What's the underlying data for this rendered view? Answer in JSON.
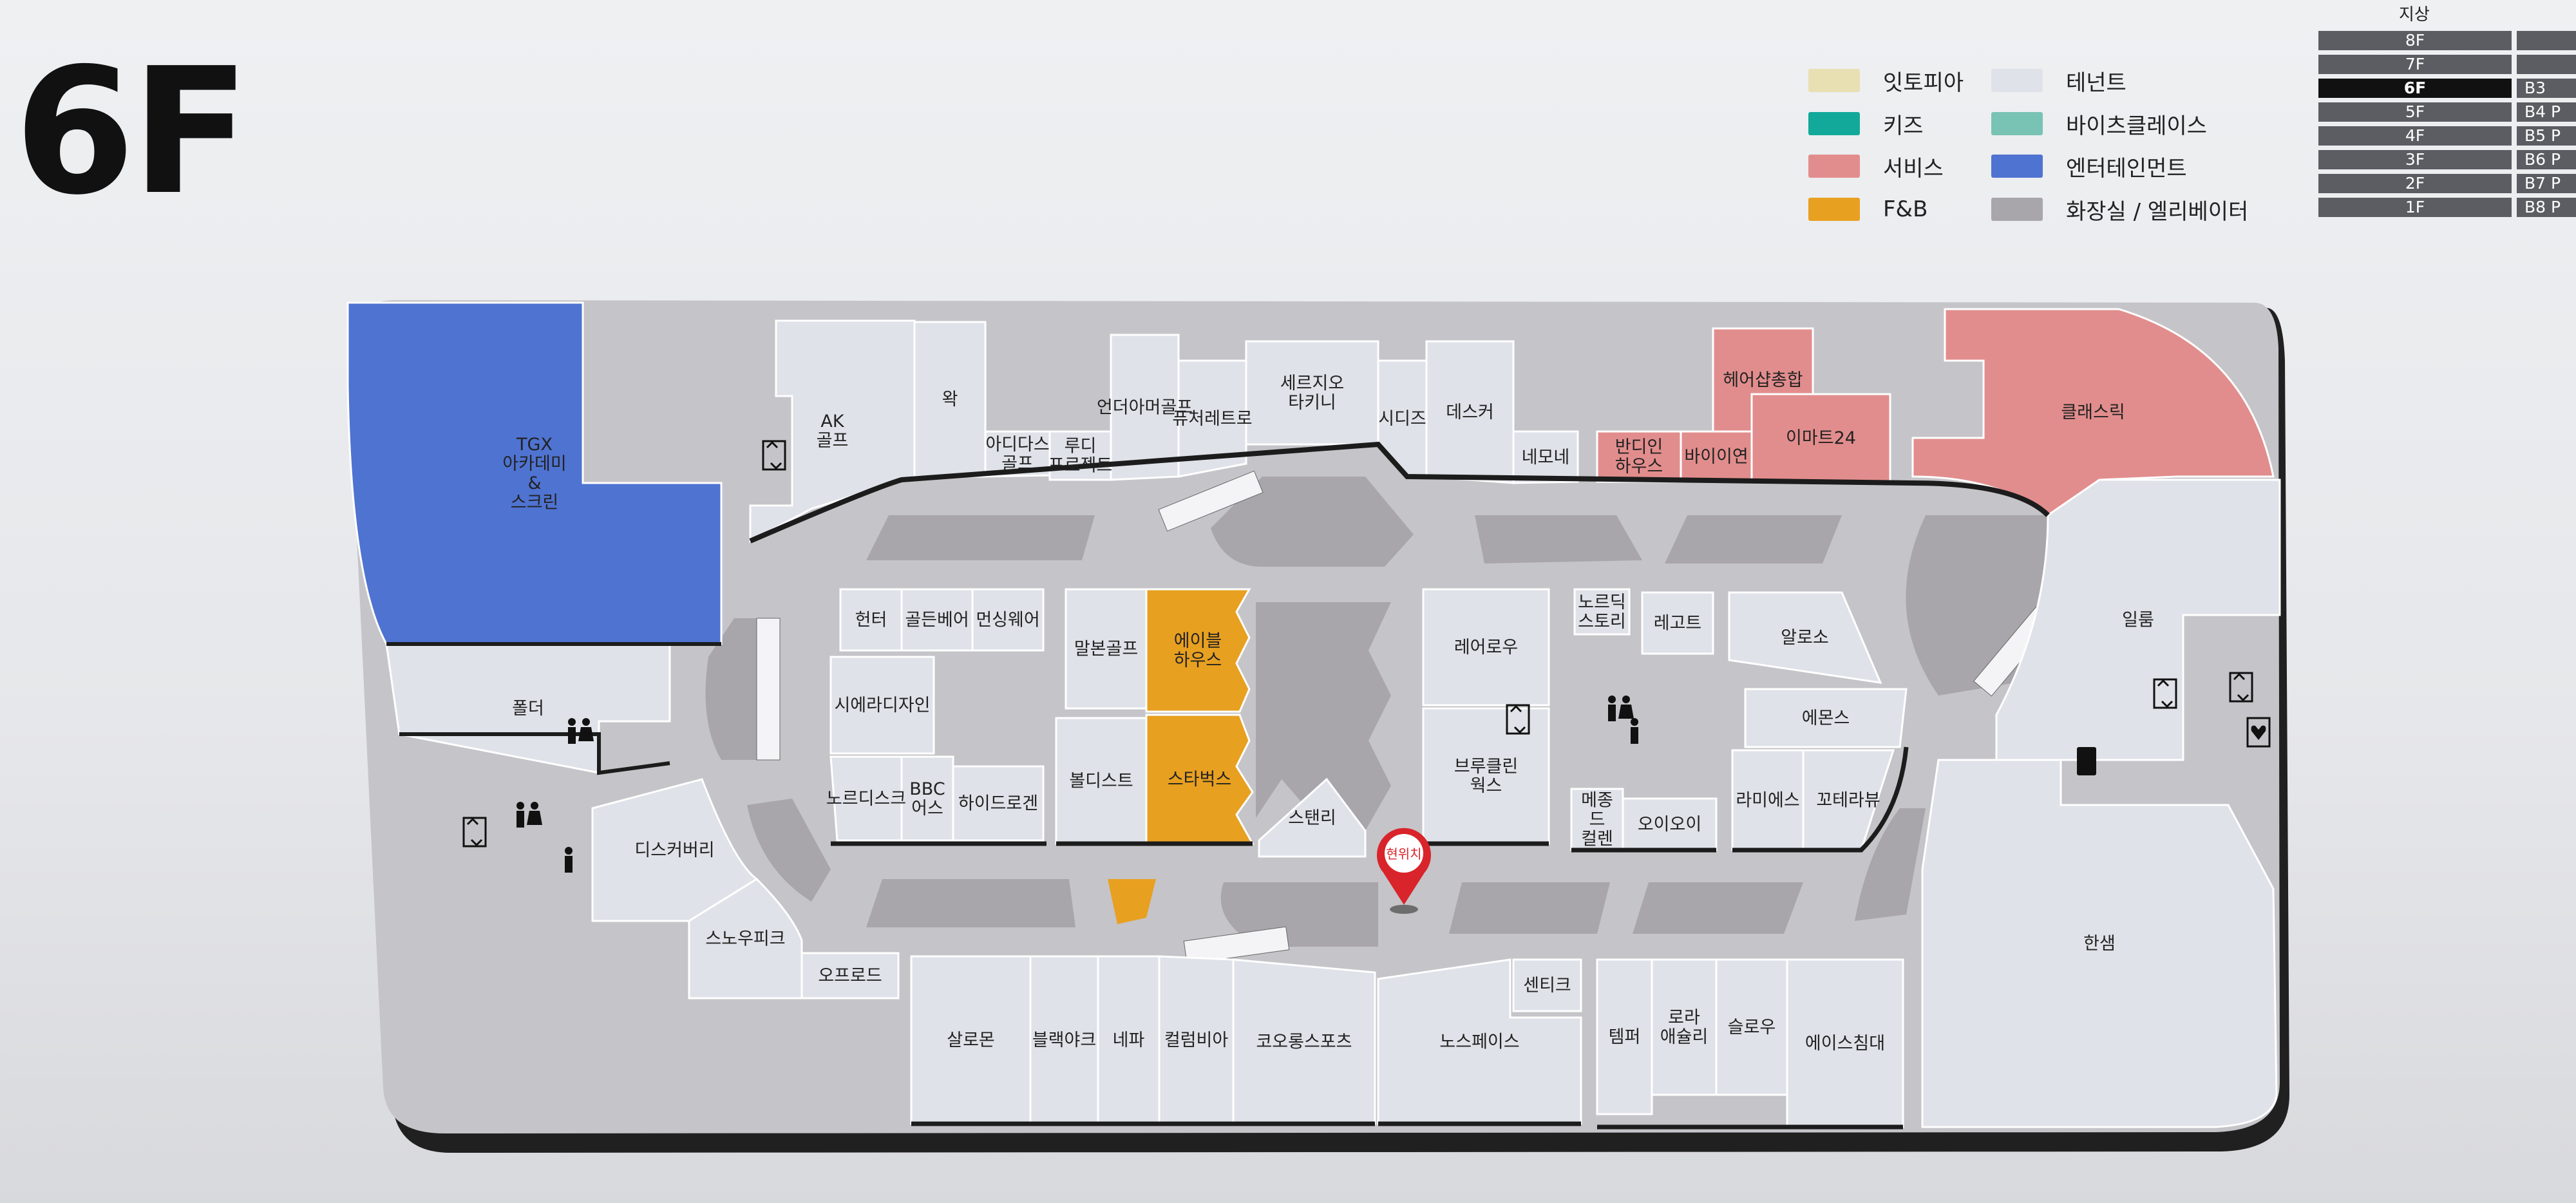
{
  "floor": "6F",
  "legend": [
    {
      "label": "잇토피아",
      "color": "#e8dfb3"
    },
    {
      "label": "테넌트",
      "color": "#dfe2e8"
    },
    {
      "label": "키즈",
      "color": "#12a99a"
    },
    {
      "label": "바이츠클레이스",
      "color": "#78c3b4"
    },
    {
      "label": "서비스",
      "color": "#e28d8d"
    },
    {
      "label": "엔터테인먼트",
      "color": "#4f73d1"
    },
    {
      "label": "F&B",
      "color": "#e8a021"
    },
    {
      "label": "화장실 / 엘리베이터",
      "color": "#a9a6ab"
    }
  ],
  "floor_nav": {
    "header": "지상",
    "floors": [
      "8F",
      "7F",
      "6F",
      "5F",
      "4F",
      "3F",
      "2F",
      "1F"
    ],
    "current": "6F",
    "basement": [
      "",
      "",
      "B3",
      "B4 P",
      "B5 P",
      "B6 P",
      "B7 P",
      "B8 P"
    ]
  },
  "colors": {
    "tenant": "#dfe2e8",
    "corridor": "#c5c4c8",
    "void": "#a9a6ab",
    "wall": "#1c1c1c",
    "entertainment": "#4f73d1",
    "service": "#e28d8d",
    "fnb": "#e8a021",
    "marker": "#d8242a"
  },
  "stores": [
    {
      "id": "tgx",
      "lines": [
        "TGX",
        "아카데미",
        "&",
        "스크린"
      ]
    },
    {
      "id": "polder",
      "lines": [
        "폴더"
      ]
    },
    {
      "id": "ak-golf",
      "lines": [
        "AK",
        "골프"
      ]
    },
    {
      "id": "wak",
      "lines": [
        "왁"
      ]
    },
    {
      "id": "adidas-golf",
      "lines": [
        "아디다스",
        "골프"
      ]
    },
    {
      "id": "rudi",
      "lines": [
        "루디",
        "프로젝트"
      ]
    },
    {
      "id": "under-armour-golf",
      "lines": [
        "언더아머골프"
      ]
    },
    {
      "id": "future-retro",
      "lines": [
        "퓨처레트로"
      ]
    },
    {
      "id": "sergio-tacchini",
      "lines": [
        "세르지오",
        "타키니"
      ]
    },
    {
      "id": "sidis",
      "lines": [
        "시디즈"
      ]
    },
    {
      "id": "desker",
      "lines": [
        "데스커"
      ]
    },
    {
      "id": "nemone",
      "lines": [
        "네모네"
      ]
    },
    {
      "id": "bandain-house",
      "lines": [
        "반디인",
        "하우스"
      ]
    },
    {
      "id": "buyion",
      "lines": [
        "바이이연"
      ]
    },
    {
      "id": "hair-salon",
      "lines": [
        "헤어샵총합"
      ]
    },
    {
      "id": "emart24",
      "lines": [
        "이마트24"
      ]
    },
    {
      "id": "classic",
      "lines": [
        "클래스릭"
      ]
    },
    {
      "id": "ilrum",
      "lines": [
        "일룸"
      ]
    },
    {
      "id": "hunter",
      "lines": [
        "헌터"
      ]
    },
    {
      "id": "golden-bear",
      "lines": [
        "골든베어"
      ]
    },
    {
      "id": "munsingwear",
      "lines": [
        "먼싱웨어"
      ]
    },
    {
      "id": "malbon-golf",
      "lines": [
        "말본골프"
      ]
    },
    {
      "id": "seiera",
      "lines": [
        "시에라디자인"
      ]
    },
    {
      "id": "nordisk",
      "lines": [
        "노르디스크"
      ]
    },
    {
      "id": "bbc-earth",
      "lines": [
        "BBC",
        "어스"
      ]
    },
    {
      "id": "hi-droegen",
      "lines": [
        "하이드로겐"
      ]
    },
    {
      "id": "able-house",
      "lines": [
        "에이블",
        "하우스"
      ]
    },
    {
      "id": "bodist",
      "lines": [
        "볼디스트"
      ]
    },
    {
      "id": "starbucks",
      "lines": [
        "스타벅스"
      ]
    },
    {
      "id": "stanley",
      "lines": [
        "스탠리"
      ]
    },
    {
      "id": "lairoe",
      "lines": [
        "레어로우"
      ]
    },
    {
      "id": "brooklyn-works",
      "lines": [
        "브루클린",
        "웍스"
      ]
    },
    {
      "id": "nordic-stories",
      "lines": [
        "노르딕",
        "스토리"
      ]
    },
    {
      "id": "legot",
      "lines": [
        "레고트"
      ]
    },
    {
      "id": "alloso",
      "lines": [
        "알로소"
      ]
    },
    {
      "id": "emons",
      "lines": [
        "에몬스"
      ]
    },
    {
      "id": "lamies",
      "lines": [
        "라미에스"
      ]
    },
    {
      "id": "kkotherabu",
      "lines": [
        "꼬테라뷰"
      ]
    },
    {
      "id": "mejong-design",
      "lines": [
        "메종",
        "드",
        "컬렌"
      ]
    },
    {
      "id": "oioi",
      "lines": [
        "오이오이"
      ]
    },
    {
      "id": "discovery",
      "lines": [
        "디스커버리"
      ]
    },
    {
      "id": "snow-peak",
      "lines": [
        "스노우피크"
      ]
    },
    {
      "id": "offroad",
      "lines": [
        "오프로드"
      ]
    },
    {
      "id": "salomon",
      "lines": [
        "살로몬"
      ]
    },
    {
      "id": "black-yak",
      "lines": [
        "블랙야크"
      ]
    },
    {
      "id": "nepa",
      "lines": [
        "네파"
      ]
    },
    {
      "id": "columbia",
      "lines": [
        "컬럼비아"
      ]
    },
    {
      "id": "kolon-sport",
      "lines": [
        "코오롱스포츠"
      ]
    },
    {
      "id": "north-face",
      "lines": [
        "노스페이스"
      ]
    },
    {
      "id": "centique",
      "lines": [
        "센티크"
      ]
    },
    {
      "id": "tempur",
      "lines": [
        "템퍼"
      ]
    },
    {
      "id": "lora-ashley",
      "lines": [
        "로라",
        "애슐리"
      ]
    },
    {
      "id": "slow",
      "lines": [
        "슬로우"
      ]
    },
    {
      "id": "ace-bed",
      "lines": [
        "에이스침대"
      ]
    },
    {
      "id": "hanssem",
      "lines": [
        "한샘"
      ]
    }
  ],
  "marker": {
    "label": "현위치"
  }
}
